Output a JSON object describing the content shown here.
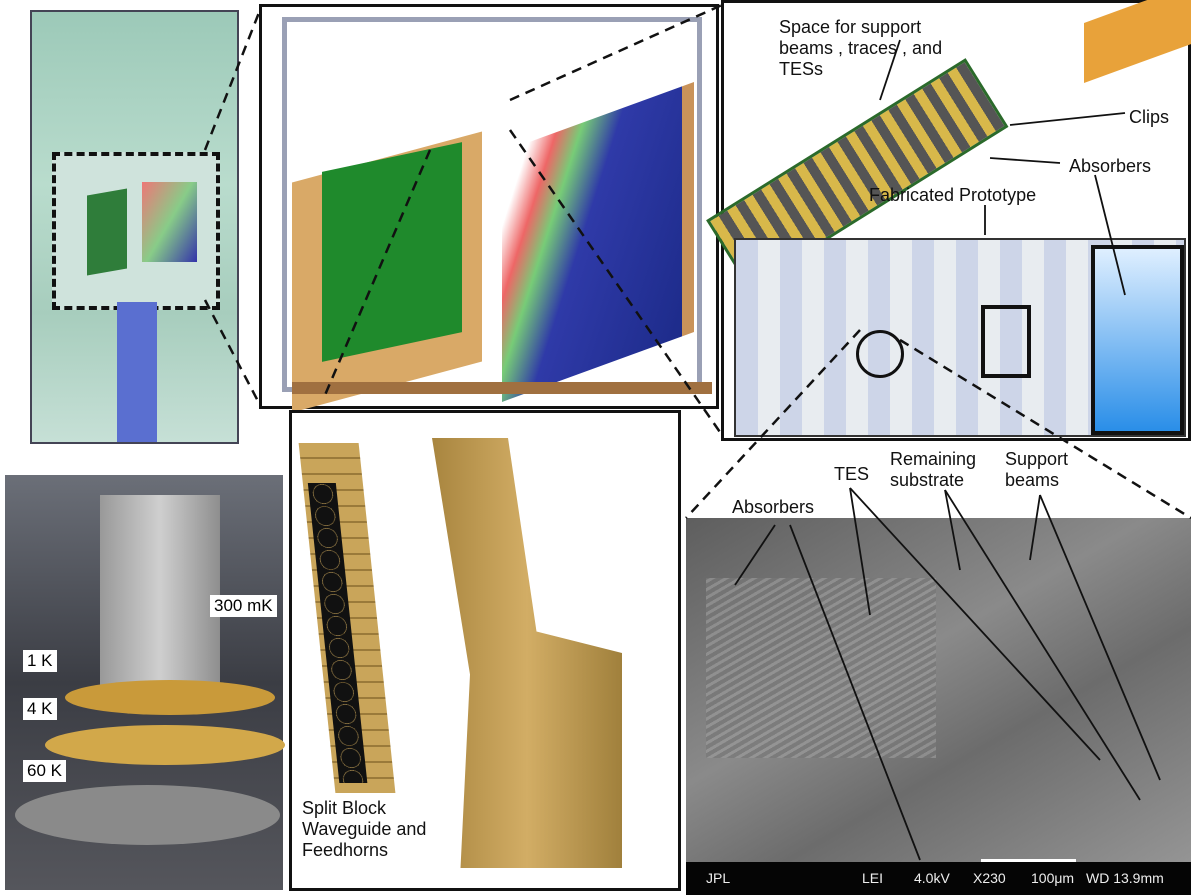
{
  "top_right": {
    "space_label": "Space for support beams , traces , and TESs",
    "clips_label": "Clips",
    "absorbers_label": "Absorbers",
    "prototype_label": "Fabricated Prototype"
  },
  "bottom_middle": {
    "caption": "Split Block Waveguide and Feedhorns"
  },
  "bottom_left": {
    "stages": [
      "300 mK",
      "1 K",
      "4 K",
      "60 K"
    ]
  },
  "sem": {
    "labels": {
      "absorbers": "Absorbers",
      "tes": "TES",
      "substrate": "Remaining substrate",
      "beams": "Support beams"
    },
    "info_bar": {
      "org": "JPL",
      "mode": "LEI",
      "voltage": "4.0kV",
      "magnification": "X230",
      "scale": "100μm",
      "wd": "WD 13.9mm"
    }
  }
}
